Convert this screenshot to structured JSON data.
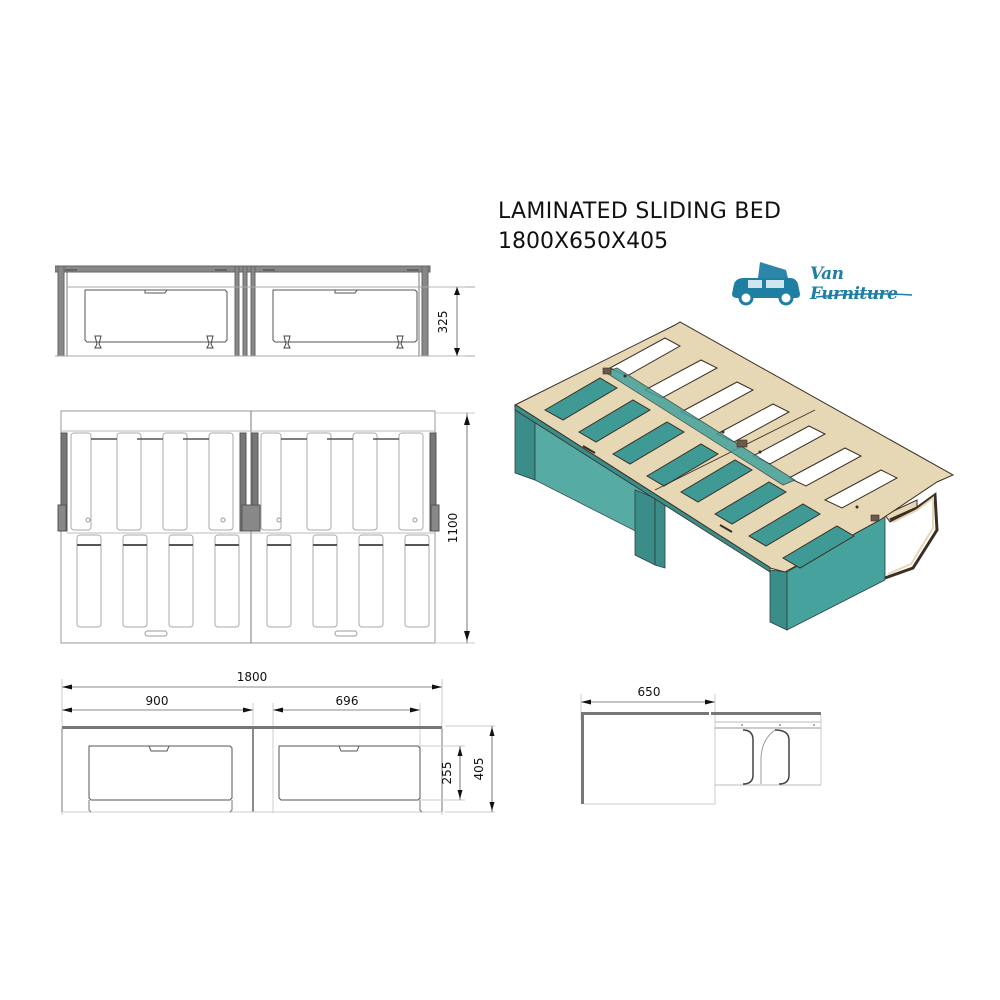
{
  "header": {
    "title": "LAMINATED SLIDING BED",
    "dimensions": "1800X650X405"
  },
  "logo": {
    "icon": "camper-van-icon",
    "brand": "Van Furniture",
    "color": "#1f7fa3"
  },
  "colors": {
    "line": "#7a7a7a",
    "dark_line": "#555555",
    "plywood": "#e6d7b5",
    "teal": "#3a8d89",
    "teal_light": "#45a29c",
    "edge": "#3b2e25"
  },
  "views": {
    "top_view": {
      "dimension_height": "325"
    },
    "plan_view": {
      "dimension_height": "1100"
    },
    "front_view": {
      "dimension_total": "1800",
      "dimension_left": "900",
      "dimension_right": "696",
      "dimension_inner_height": "255",
      "dimension_total_height": "405"
    },
    "side_view": {
      "dimension_width": "650"
    },
    "render_3d": {
      "label": "isometric-bed-render"
    }
  }
}
